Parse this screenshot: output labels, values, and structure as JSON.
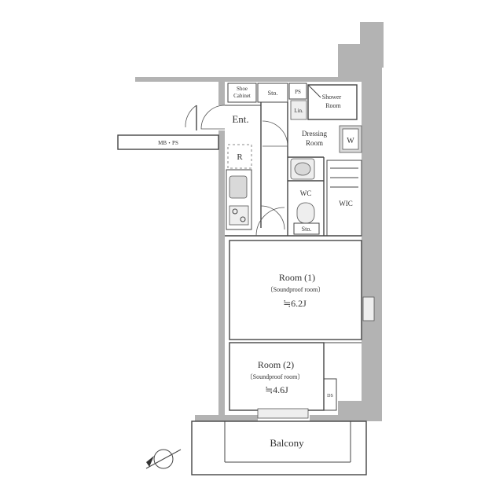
{
  "labels": {
    "shoe_cabinet_line1": "Shoe",
    "shoe_cabinet_line2": "Cabinet",
    "storage_top": "Sto.",
    "ps": "PS",
    "shower_line1": "Shower",
    "shower_line2": "Room",
    "entrance": "Ent.",
    "linen": "Lin.",
    "dressing_line1": "Dressing",
    "dressing_line2": "Room",
    "washer": "W",
    "mb_ps": "MB・PS",
    "refrigerator": "R",
    "wc": "WC",
    "wic": "WIC",
    "storage_wc": "Sto.",
    "room1_name": "Room (1)",
    "room1_note": "〔Soundproof room〕",
    "room1_size": "≒6.2J",
    "room2_name": "Room (2)",
    "room2_note": "〔Soundproof room〕",
    "room2_size": "≒4.6J",
    "ds": "DS",
    "balcony": "Balcony"
  },
  "icons": {
    "compass": "north-arrow-icon",
    "stove": "stove-burner-icon",
    "sink": "kitchen-sink-icon",
    "basin": "wash-basin-icon",
    "toilet": "toilet-icon",
    "washer": "washing-machine-icon"
  },
  "colors": {
    "wall": "#b3b3b3",
    "wall_dark": "#8c8c8c",
    "line": "#444444",
    "text": "#333333"
  }
}
